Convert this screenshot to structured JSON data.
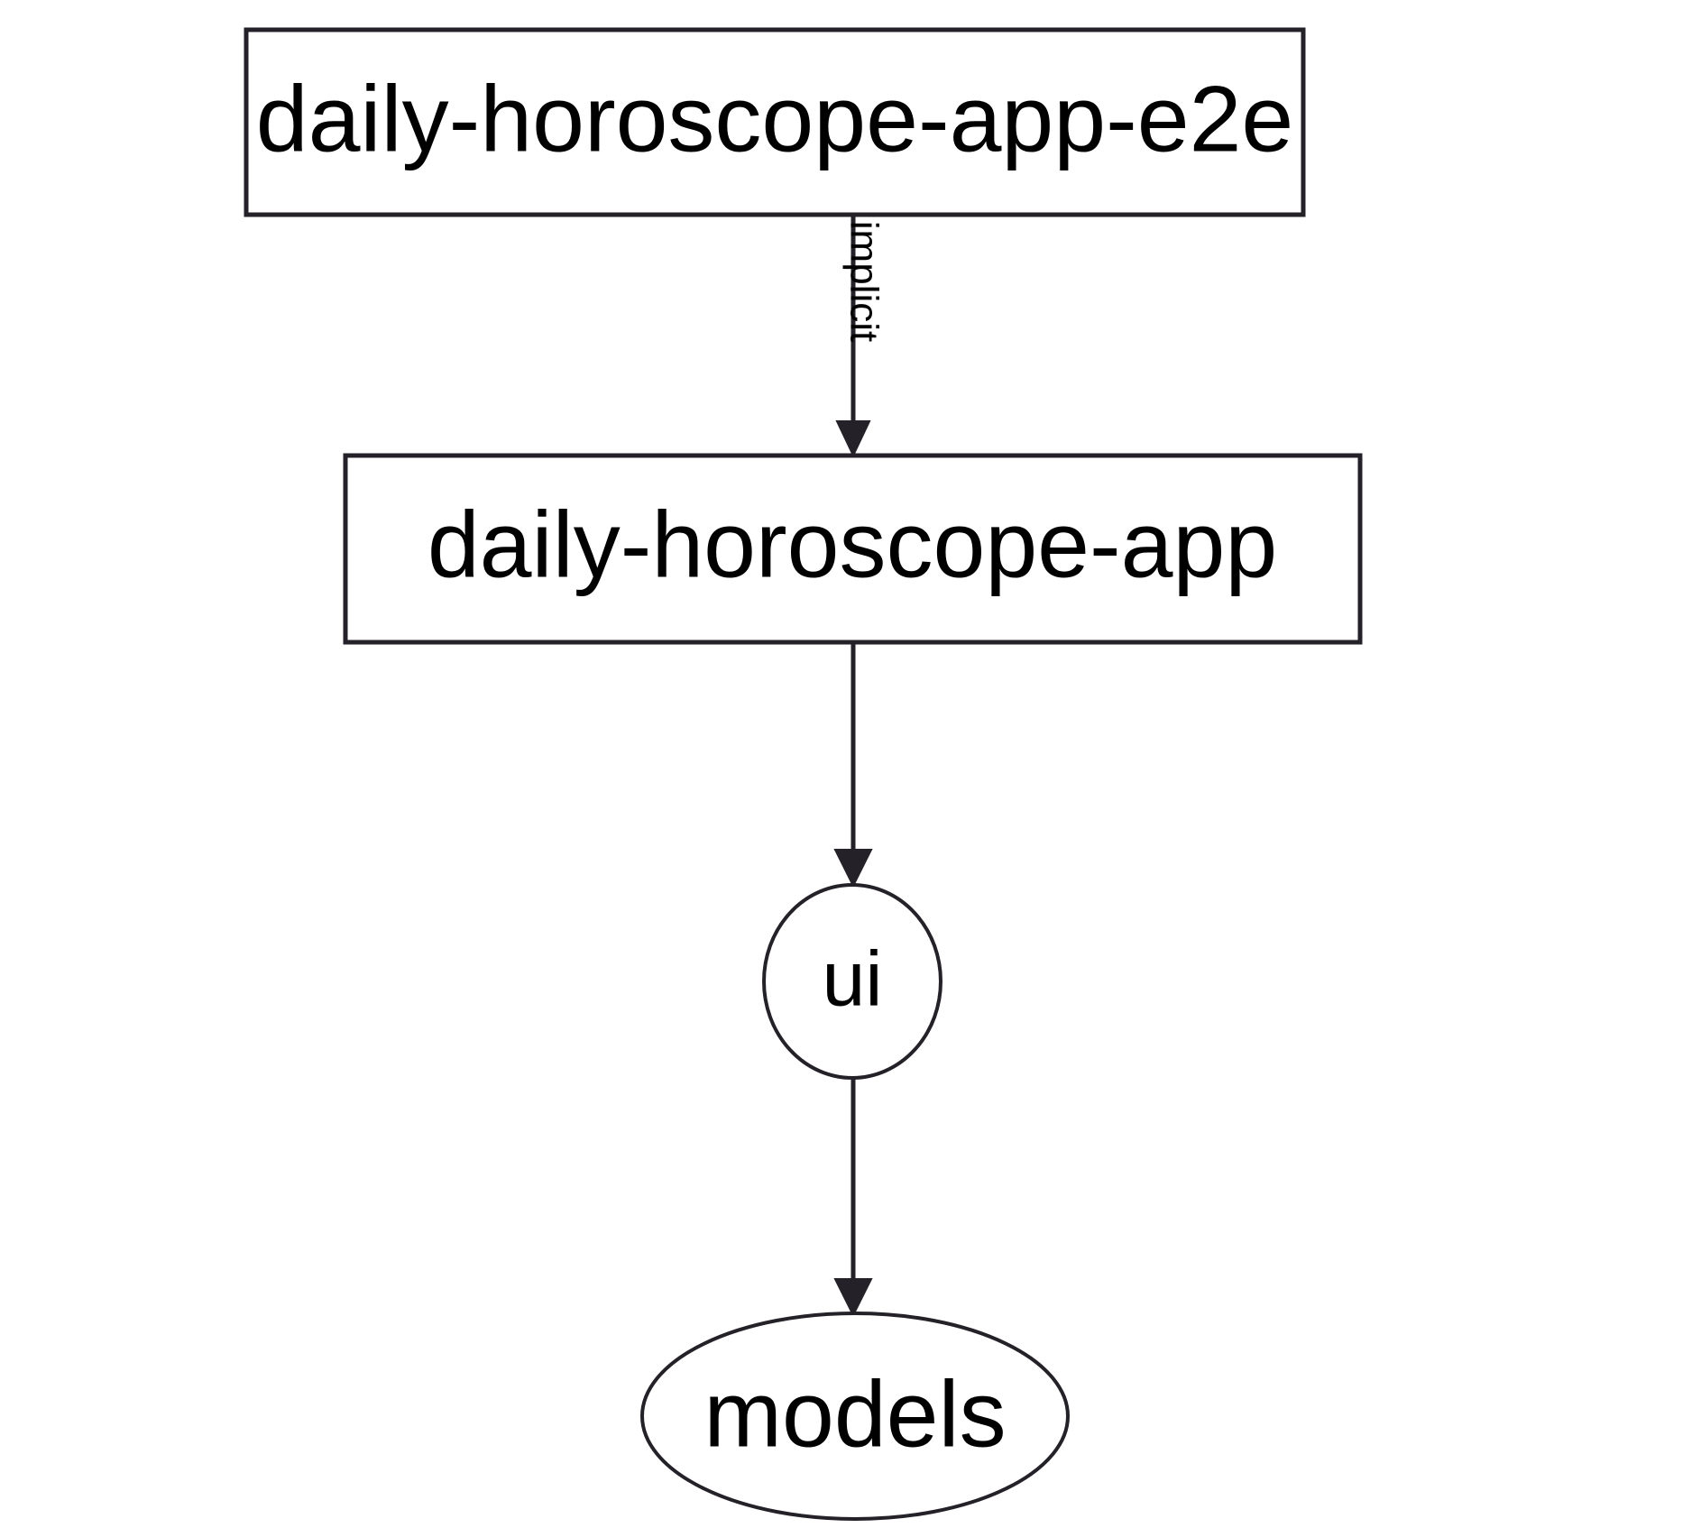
{
  "diagram": {
    "type": "dependency-graph",
    "title": "",
    "background_color": "#ffffff",
    "stroke_color": "#242128",
    "text_color": "#000000",
    "nodes": [
      {
        "id": "daily-horoscope-app-e2e",
        "label": "daily-horoscope-app-e2e",
        "shape": "rectangle"
      },
      {
        "id": "daily-horoscope-app",
        "label": "daily-horoscope-app",
        "shape": "rectangle"
      },
      {
        "id": "ui",
        "label": "ui",
        "shape": "ellipse"
      },
      {
        "id": "models",
        "label": "models",
        "shape": "ellipse"
      }
    ],
    "edges": [
      {
        "from": "daily-horoscope-app-e2e",
        "to": "daily-horoscope-app",
        "label": "implicit",
        "label_orientation": "vertical"
      },
      {
        "from": "daily-horoscope-app",
        "to": "ui",
        "label": ""
      },
      {
        "from": "ui",
        "to": "models",
        "label": ""
      }
    ]
  }
}
